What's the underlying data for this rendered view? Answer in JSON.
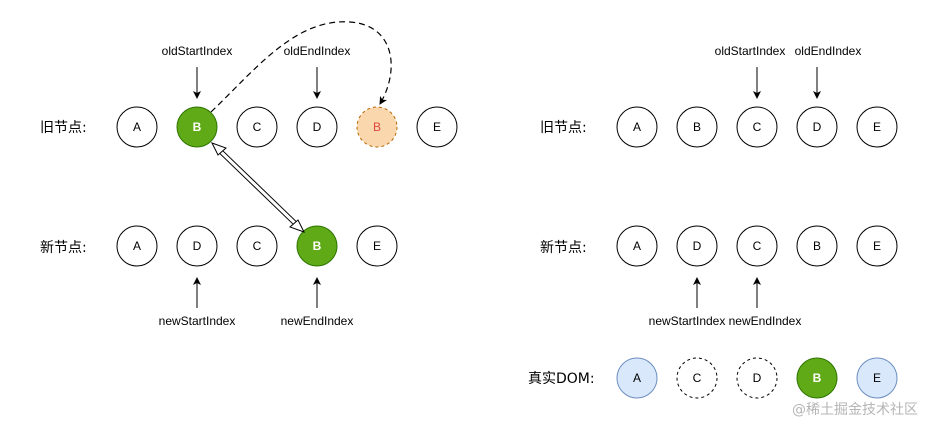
{
  "left": {
    "old_row_label": "旧节点:",
    "new_row_label": "新节点:",
    "old_nodes": [
      "A",
      "B",
      "C",
      "D",
      "B",
      "E"
    ],
    "new_nodes": [
      "A",
      "D",
      "C",
      "B",
      "E"
    ],
    "old_start_label": "oldStartIndex",
    "old_end_label": "oldEndIndex",
    "new_start_label": "newStartIndex",
    "new_end_label": "newEndIndex"
  },
  "right": {
    "old_row_label": "旧节点:",
    "new_row_label": "新节点:",
    "dom_row_label": "真实DOM:",
    "old_nodes": [
      "A",
      "B",
      "C",
      "D",
      "E"
    ],
    "new_nodes": [
      "A",
      "D",
      "C",
      "B",
      "E"
    ],
    "dom_nodes": [
      "A",
      "C",
      "D",
      "B",
      "E"
    ],
    "old_start_label": "oldStartIndex",
    "old_end_label": "oldEndIndex",
    "new_start_label": "newStartIndex",
    "new_end_label": "newEndIndex"
  },
  "watermark": "@稀土掘金技术社区",
  "colors": {
    "green_fill": "#60a917",
    "green_stroke": "#2d7600",
    "orange_fill": "#fad7ac",
    "orange_stroke": "#b46504",
    "orange_text": "#e0453f",
    "blue_fill": "#dae8fc",
    "blue_stroke": "#6c8ebf"
  }
}
